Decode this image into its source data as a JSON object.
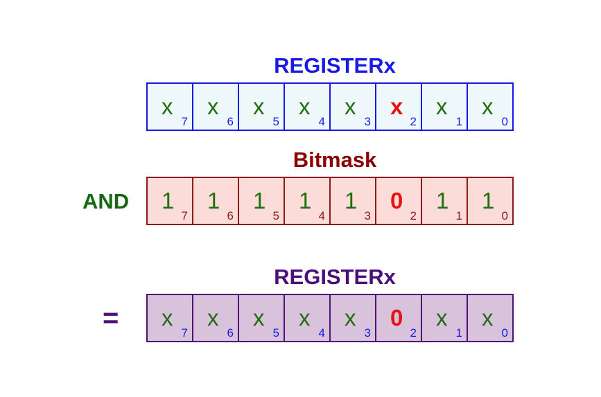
{
  "register": {
    "title": "REGISTERx",
    "cells": [
      {
        "value": "x",
        "index": "7"
      },
      {
        "value": "x",
        "index": "6"
      },
      {
        "value": "x",
        "index": "5"
      },
      {
        "value": "x",
        "index": "4"
      },
      {
        "value": "x",
        "index": "3"
      },
      {
        "value": "x",
        "index": "2"
      },
      {
        "value": "x",
        "index": "1"
      },
      {
        "value": "x",
        "index": "0"
      }
    ]
  },
  "mask": {
    "title": "Bitmask",
    "operator": "AND",
    "cells": [
      {
        "value": "1",
        "index": "7"
      },
      {
        "value": "1",
        "index": "6"
      },
      {
        "value": "1",
        "index": "5"
      },
      {
        "value": "1",
        "index": "4"
      },
      {
        "value": "1",
        "index": "3"
      },
      {
        "value": "0",
        "index": "2"
      },
      {
        "value": "1",
        "index": "1"
      },
      {
        "value": "1",
        "index": "0"
      }
    ]
  },
  "result": {
    "title": "REGISTERx",
    "operator": "=",
    "cells": [
      {
        "value": "x",
        "index": "7"
      },
      {
        "value": "x",
        "index": "6"
      },
      {
        "value": "x",
        "index": "5"
      },
      {
        "value": "x",
        "index": "4"
      },
      {
        "value": "x",
        "index": "3"
      },
      {
        "value": "0",
        "index": "2"
      },
      {
        "value": "x",
        "index": "1"
      },
      {
        "value": "x",
        "index": "0"
      }
    ]
  },
  "highlighted_bit_index": "2",
  "colors": {
    "register": "#1818e6",
    "mask": "#8b1a1a",
    "result": "#4b1570",
    "value": "#1f6e10",
    "highlight": "#e81010"
  }
}
